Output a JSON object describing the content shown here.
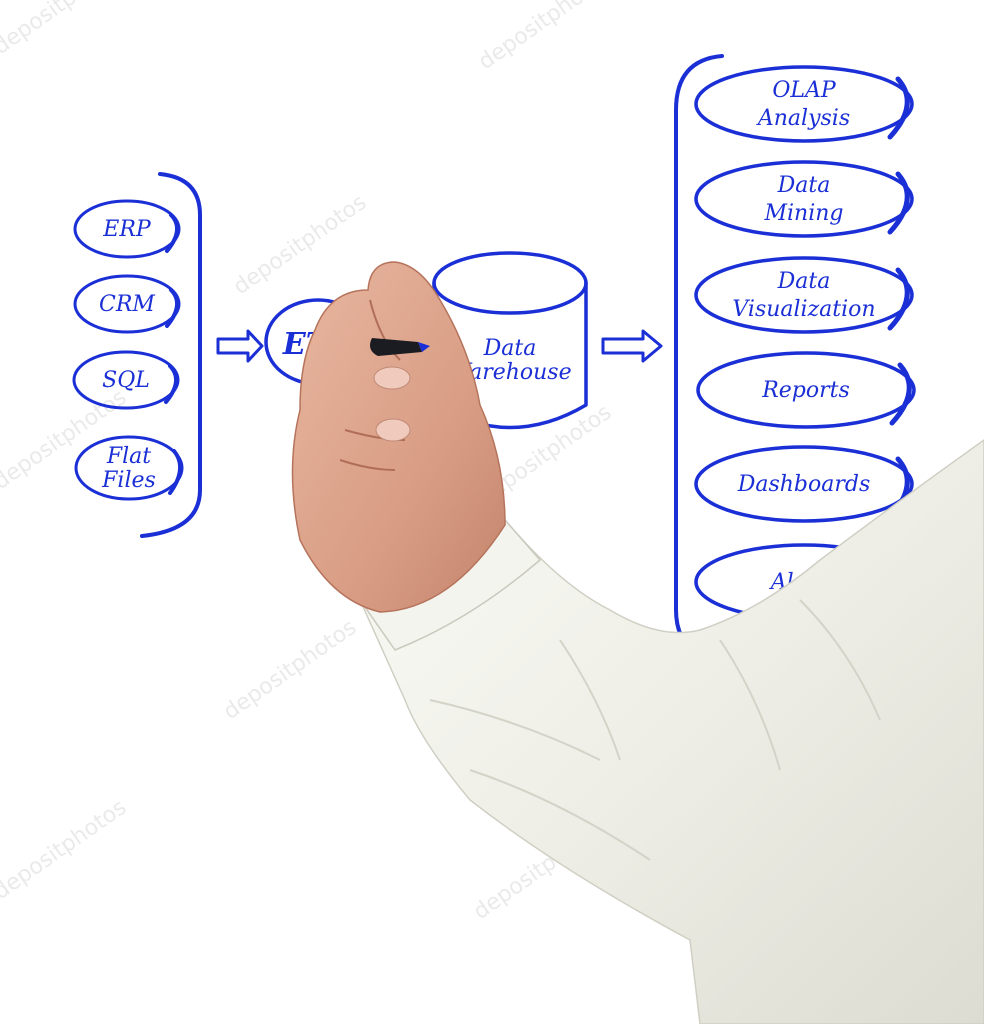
{
  "diagram": {
    "sources": [
      {
        "id": "erp",
        "lines": [
          "ERP"
        ]
      },
      {
        "id": "crm",
        "lines": [
          "CRM"
        ]
      },
      {
        "id": "sql",
        "lines": [
          "SQL"
        ]
      },
      {
        "id": "flat-files",
        "lines": [
          "Flat",
          "Files"
        ]
      }
    ],
    "etl": {
      "label": "ETL"
    },
    "warehouse": {
      "lines": [
        "Data",
        "Warehouse"
      ]
    },
    "outputs": [
      {
        "id": "olap-analysis",
        "lines": [
          "OLAP",
          "Analysis"
        ]
      },
      {
        "id": "data-mining",
        "lines": [
          "Data",
          "Mining"
        ]
      },
      {
        "id": "data-visualization",
        "lines": [
          "Data",
          "Visualization"
        ]
      },
      {
        "id": "reports",
        "lines": [
          "Reports"
        ]
      },
      {
        "id": "dashboards",
        "lines": [
          "Dashboards"
        ]
      },
      {
        "id": "alerts",
        "lines": [
          "Alerts"
        ]
      }
    ],
    "ink_color": "#1a2fd6"
  },
  "watermark": {
    "text": "depositphotos"
  }
}
